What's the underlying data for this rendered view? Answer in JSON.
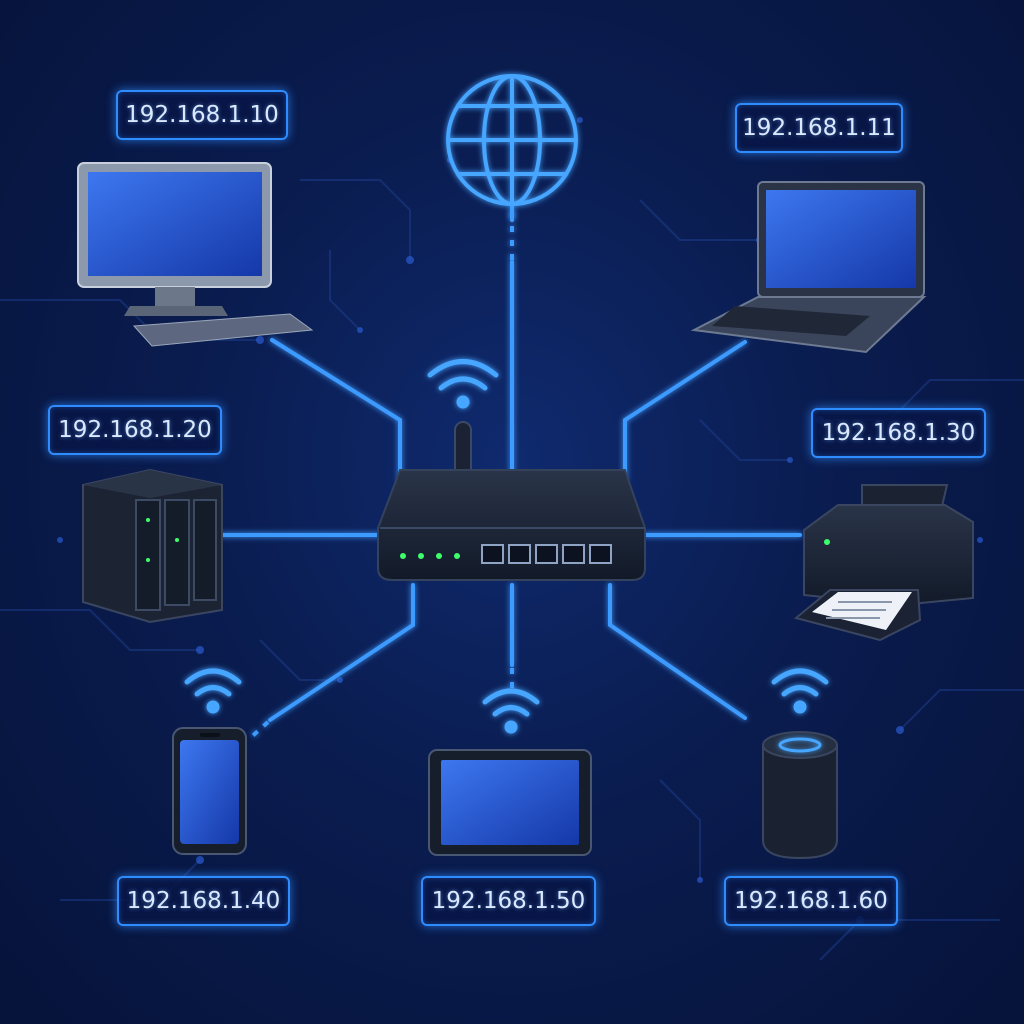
{
  "colors": {
    "background": "#0a1c4f",
    "accent": "#2f8cff",
    "glow": "#4aa3ff",
    "device_body": "#1a2436",
    "screen": "#1f4fd0",
    "led": "#3dff6a",
    "label_text": "#dbe9ff"
  },
  "diagram": {
    "hub": {
      "name": "router",
      "icon": "router-icon",
      "ports": 5,
      "status_leds": 4
    },
    "uplink": {
      "name": "internet",
      "icon": "globe-icon"
    },
    "nodes": [
      {
        "id": "desktop",
        "icon": "desktop-computer-icon",
        "ip": "192.168.1.10",
        "connection": "wired"
      },
      {
        "id": "laptop",
        "icon": "laptop-icon",
        "ip": "192.168.1.11",
        "connection": "wired"
      },
      {
        "id": "nas",
        "icon": "nas-server-icon",
        "ip": "192.168.1.20",
        "connection": "wired"
      },
      {
        "id": "printer",
        "icon": "printer-icon",
        "ip": "192.168.1.30",
        "connection": "wired"
      },
      {
        "id": "phone",
        "icon": "smartphone-icon",
        "ip": "192.168.1.40",
        "connection": "wireless"
      },
      {
        "id": "tablet",
        "icon": "tablet-icon",
        "ip": "192.168.1.50",
        "connection": "wireless"
      },
      {
        "id": "speaker",
        "icon": "smart-speaker-icon",
        "ip": "192.168.1.60",
        "connection": "wireless"
      }
    ]
  }
}
